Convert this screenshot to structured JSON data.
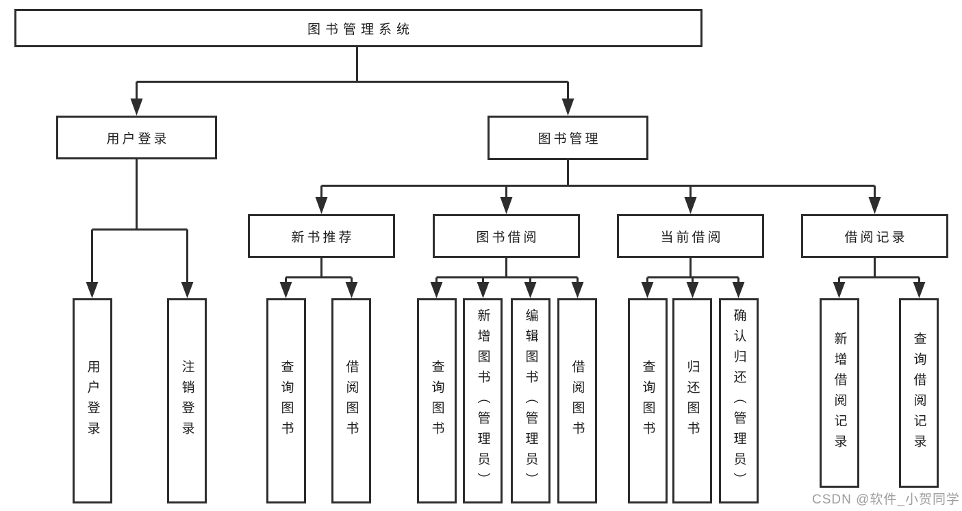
{
  "diagram": {
    "kind": "hierarchy-structure-chart",
    "tree": {
      "label": "图书管理系统",
      "children": [
        {
          "label": "用户登录",
          "children": [
            {
              "label": "用户登录"
            },
            {
              "label": "注销登录"
            }
          ]
        },
        {
          "label": "图书管理",
          "children": [
            {
              "label": "新书推荐",
              "children": [
                {
                  "label": "查询图书"
                },
                {
                  "label": "借阅图书"
                }
              ]
            },
            {
              "label": "图书借阅",
              "children": [
                {
                  "label": "查询图书"
                },
                {
                  "label": "新增图书（管理员）"
                },
                {
                  "label": "编辑图书（管理员）"
                },
                {
                  "label": "借阅图书"
                }
              ]
            },
            {
              "label": "当前借阅",
              "children": [
                {
                  "label": "查询图书"
                },
                {
                  "label": "归还图书"
                },
                {
                  "label": "确认归还（管理员）"
                }
              ]
            },
            {
              "label": "借阅记录",
              "children": [
                {
                  "label": "新增借阅记录"
                },
                {
                  "label": "查询借阅记录"
                }
              ]
            }
          ]
        }
      ]
    }
  },
  "watermark": {
    "text": "CSDN @软件_小贺同学"
  },
  "colors": {
    "line": "#2d2d2d",
    "box_border": "#2d2d2d",
    "text": "#1e1e1e",
    "watermark": "#9d9d9d",
    "background": "#ffffff"
  }
}
